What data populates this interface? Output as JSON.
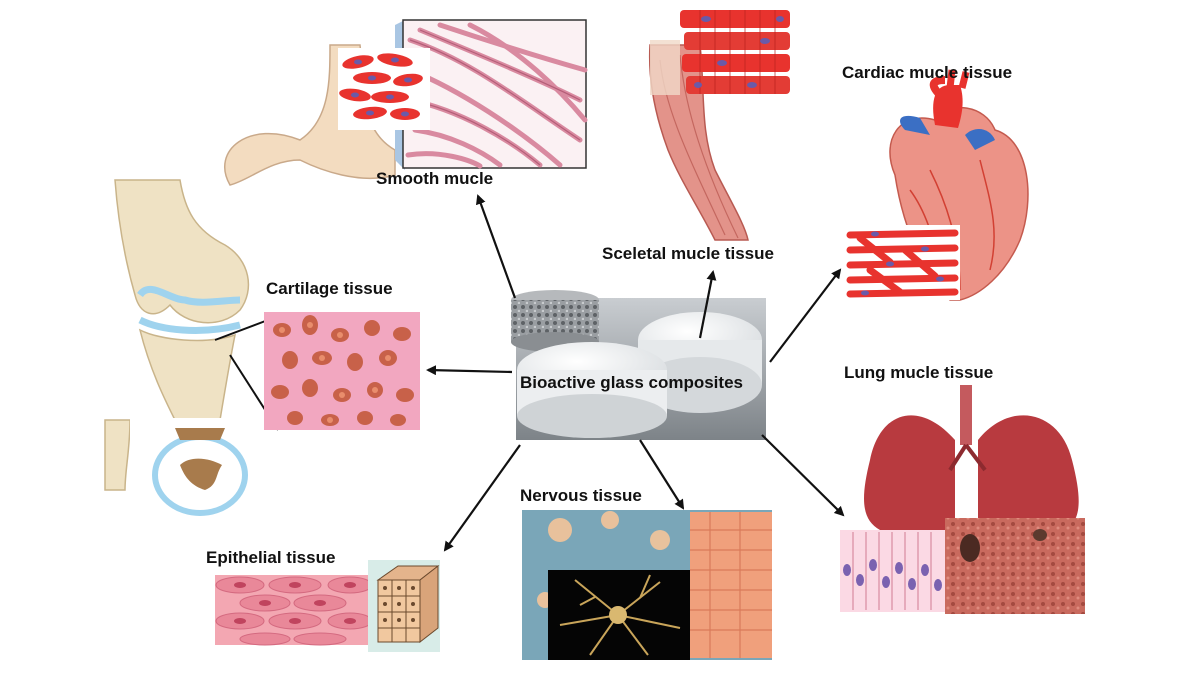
{
  "center": {
    "label": "Bioactive glass composites"
  },
  "tissues": {
    "smooth": "Smooth mucle",
    "skeletal": "Sceletal mucle tissue",
    "cardiac": "Cardiac mucle tissue",
    "cartilage": "Cartilage tissue",
    "lung": "Lung mucle tissue",
    "nervous": "Nervous tissue",
    "epithelial": "Epithelial tissue"
  },
  "colors": {
    "muscle_red": "#e8332e",
    "nucleus": "#6a5aa8",
    "bone": "#efe2c4",
    "cartilage_blue": "#9fd3ee",
    "lung": "#b83a3f",
    "epithelial_pink": "#f3a7b2",
    "neuron_gold": "#c9a55a",
    "arrow": "#111111"
  }
}
